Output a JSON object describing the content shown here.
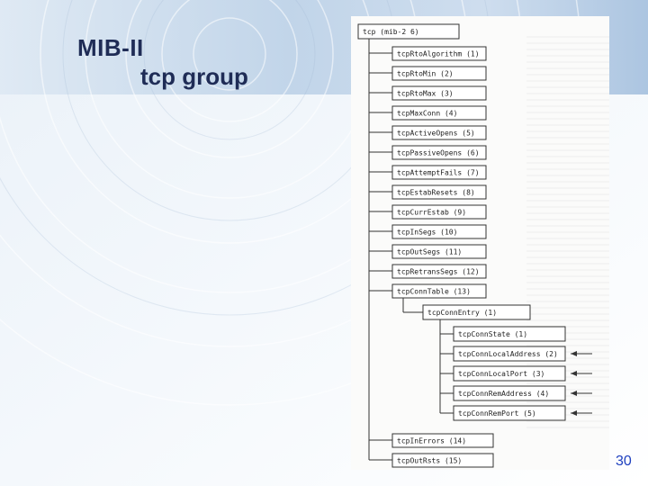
{
  "slide": {
    "title_line1": "MIB-II",
    "title_line2": "tcp group",
    "page_number": "30"
  },
  "tree": {
    "root": "tcp (mib-2 6)",
    "children": [
      "tcpRtoAlgorithm (1)",
      "tcpRtoMin (2)",
      "tcpRtoMax (3)",
      "tcpMaxConn (4)",
      "tcpActiveOpens (5)",
      "tcpPassiveOpens (6)",
      "tcpAttemptFails (7)",
      "tcpEstabResets (8)",
      "tcpCurrEstab (9)",
      "tcpInSegs (10)",
      "tcpOutSegs (11)",
      "tcpRetransSegs (12)",
      "tcpConnTable (13)",
      "tcpInErrors (14)",
      "tcpOutRsts (15)"
    ],
    "table_entry": "tcpConnEntry (1)",
    "entry_columns": [
      "tcpConnState (1)",
      "tcpConnLocalAddress (2)",
      "tcpConnLocalPort (3)",
      "tcpConnRemAddress (4)",
      "tcpConnRemPort (5)"
    ],
    "index_arrows": [
      false,
      true,
      true,
      true,
      true
    ]
  },
  "colors": {
    "title": "#1f2c56",
    "page_number": "#1e3fbf",
    "box_stroke": "#333333"
  }
}
